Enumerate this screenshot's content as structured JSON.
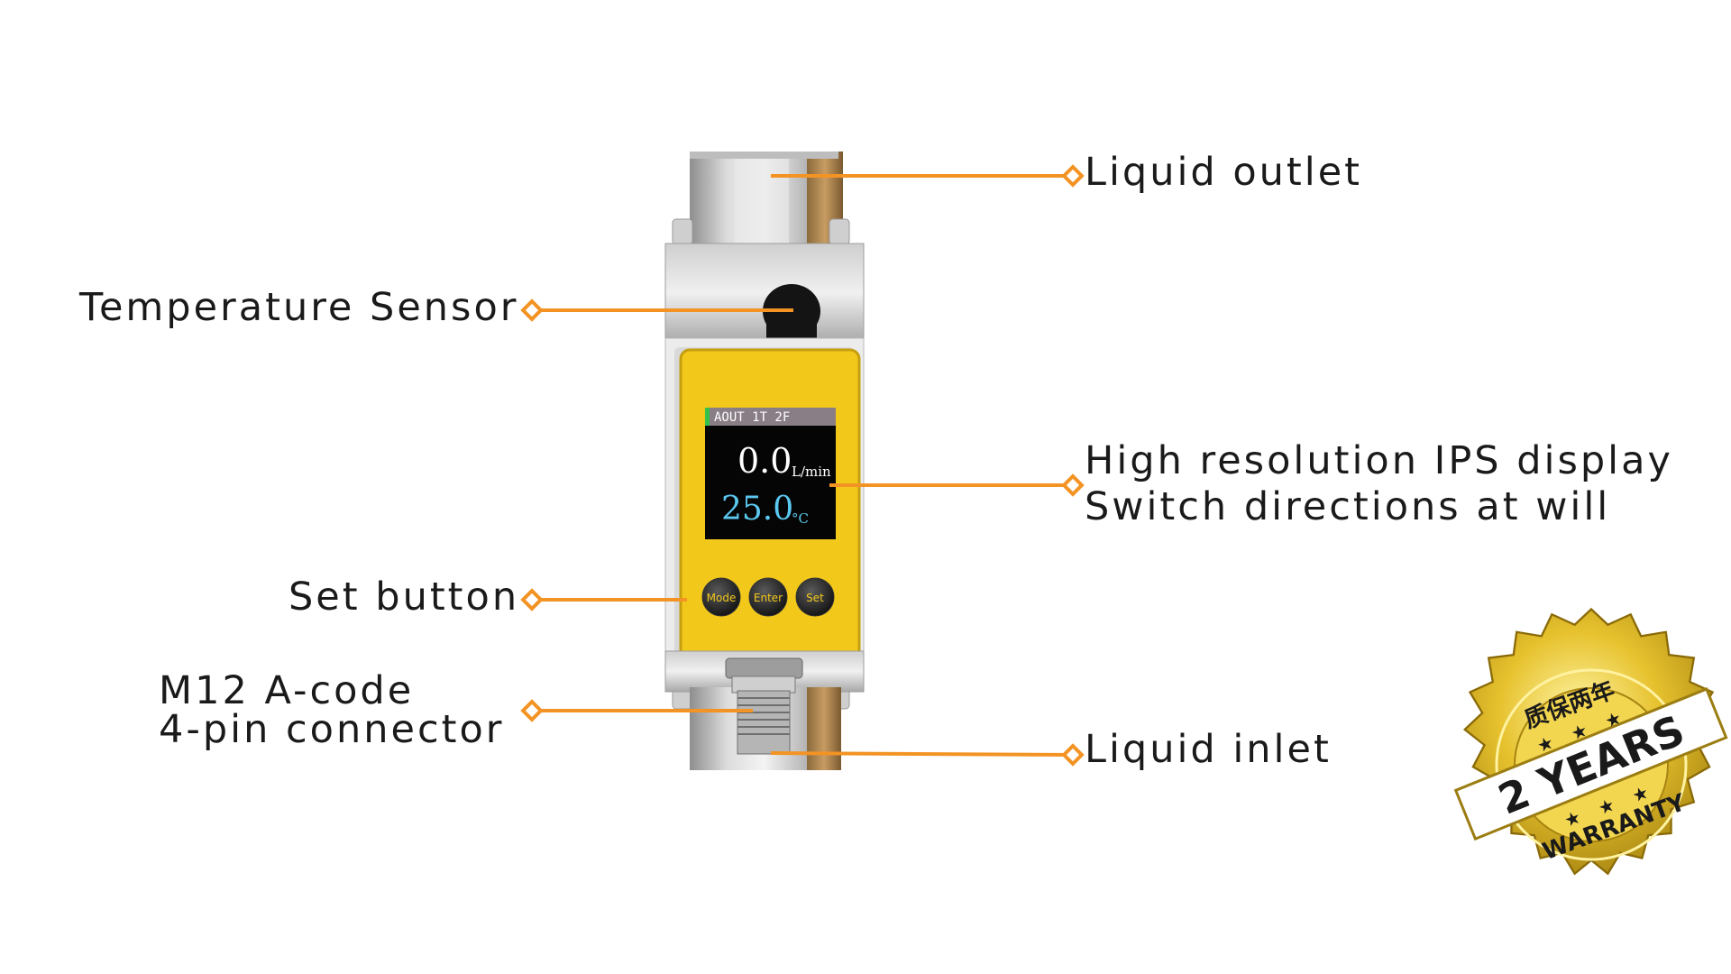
{
  "callouts": {
    "liquid_outlet": "Liquid outlet",
    "temperature_sensor": "Temperature Sensor",
    "display_line1": "High resolution IPS display",
    "display_line2": "Switch directions at will",
    "set_button": "Set button",
    "connector_line1": "M12 A-code",
    "connector_line2": "4-pin connector",
    "liquid_inlet": "Liquid inlet"
  },
  "device": {
    "status_bar": "AOUT 1T 2F",
    "flow_value": "0.0",
    "flow_unit": "L/min",
    "temp_value": "25.0",
    "temp_unit": "°C",
    "buttons": [
      "Mode",
      "Enter",
      "Set"
    ]
  },
  "badge": {
    "top_text": "质保两年",
    "years": "2 YEARS",
    "bottom_text": "WARRANTY"
  },
  "colors": {
    "accent": "#F39323",
    "device_yellow": "#F2C81B",
    "flow_text": "#FFFFFF",
    "temp_text": "#5BC8F0",
    "gold": "#D9B11E"
  }
}
